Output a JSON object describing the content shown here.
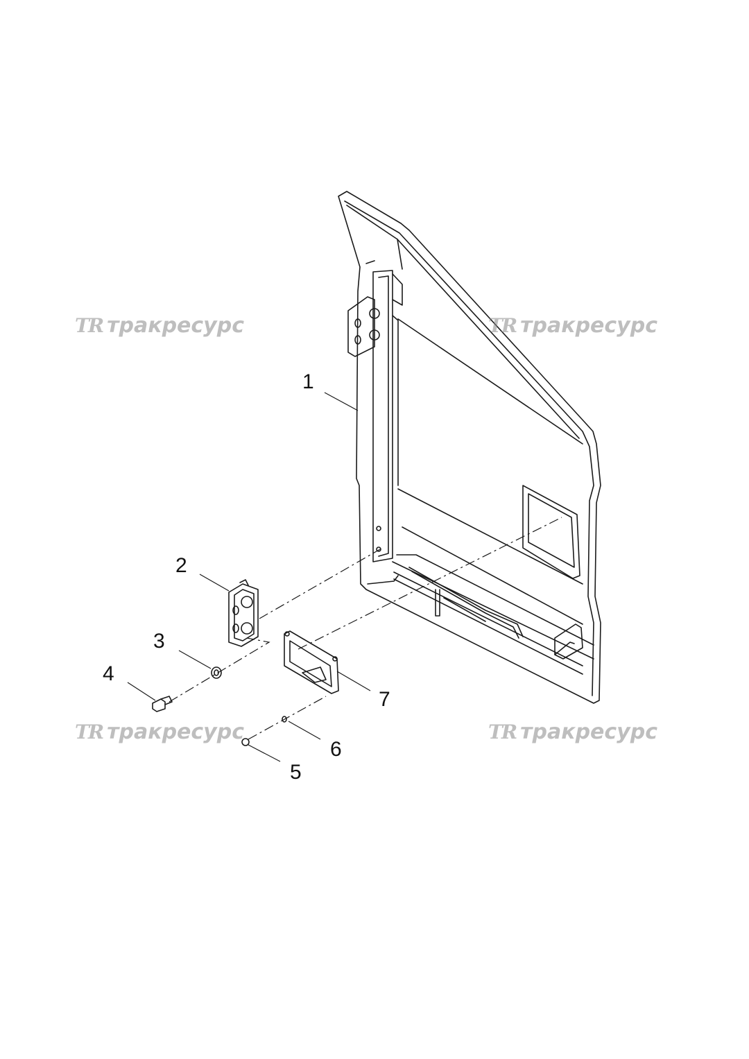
{
  "watermark": {
    "logo": "TR",
    "text": "тракресурс"
  },
  "callouts": [
    "1",
    "2",
    "3",
    "4",
    "5",
    "6",
    "7"
  ],
  "colors": {
    "line": "#1a1a1a",
    "watermark": "#8a8a8a",
    "background": "#ffffff"
  }
}
